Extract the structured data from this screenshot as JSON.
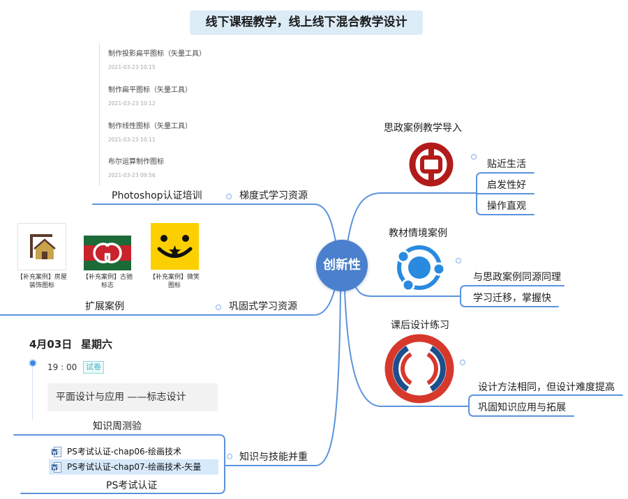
{
  "title": "线下课程教学，线上线下混合教学设计",
  "center_topic": "创新性",
  "colors": {
    "branch_line": "#5b93dc",
    "center_node": "#4a80cd",
    "title_bg": "#dcecf7",
    "toggle_circle": "#9bbde8",
    "badge": "#3db4bf",
    "highlight": "#d7e9fb"
  },
  "course_list": [
    {
      "name": "制作投影扁平图标（矢量工具）",
      "time": "2021-03-23 10:15"
    },
    {
      "name": "制作扁平图标（矢量工具）",
      "time": "2021-03-23 10:12"
    },
    {
      "name": "制作线性图标（矢量工具）",
      "time": "2021-03-23 10:11"
    },
    {
      "name": "布尔运算制作图标",
      "time": "2021-03-23 09:56"
    }
  ],
  "branches": {
    "gradient": {
      "label": "梯度式学习资源",
      "child": "Photoshop认证培训"
    },
    "consolidate": {
      "label": "巩固式学习资源",
      "child": "扩展案例",
      "cases": [
        {
          "caption": "【补充案例】房屋装饰图标",
          "icon": "house-decoration-icon"
        },
        {
          "caption": "【补充案例】古驰标志",
          "icon": "gucci-logo"
        },
        {
          "caption": "【补充案例】微笑图标",
          "icon": "smile-icon"
        }
      ]
    },
    "knowledge": {
      "label": "知识与技能并重",
      "quiz": {
        "label": "知识周测验",
        "date": "4月03日",
        "weekday": "星期六",
        "time": "19 : 00",
        "badge": "试卷",
        "title": "平面设计与应用 ——标志设计"
      },
      "files": [
        {
          "name": "PS考试认证-chap06-绘画技术",
          "icon": "word-document-icon",
          "selected": false
        },
        {
          "name": "PS考试认证-chap07-绘画技术-矢量",
          "icon": "word-document-icon",
          "selected": true
        }
      ],
      "exam": "PS考试认证"
    },
    "ideology": {
      "label": "思政案例教学导入",
      "icon": "bank-of-china-logo",
      "points": [
        "贴近生活",
        "启发性好",
        "操作直观"
      ]
    },
    "textbook": {
      "label": "教材情境案例",
      "icon": "ring-dots-logo",
      "points": [
        "与思政案例同源同理",
        "学习迁移，掌握快"
      ]
    },
    "practice": {
      "label": "课后设计练习",
      "icon": "life-ring-logo",
      "points": [
        "设计方法相同，但设计难度提高",
        "巩固知识应用与拓展"
      ]
    }
  }
}
